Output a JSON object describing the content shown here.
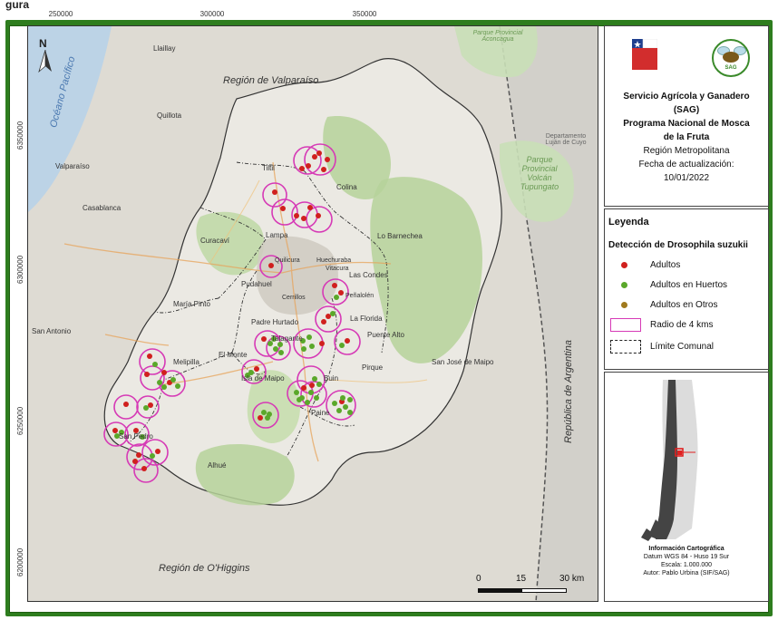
{
  "caption": "gura",
  "axis_ticks": {
    "x": [
      "250000",
      "300000",
      "350000"
    ],
    "y": [
      "6350000",
      "6300000",
      "6250000",
      "6200000"
    ]
  },
  "header": {
    "org_line1": "Servicio Agrícola y Ganadero",
    "org_line2": "(SAG)",
    "program_line1": "Programa Nacional de Mosca",
    "program_line2": "de la Fruta",
    "region": "Región Metropolitana",
    "update_label": "Fecha de actualización:",
    "update_date": "10/01/2022",
    "logo_right_text": "SAG"
  },
  "legend": {
    "title": "Leyenda",
    "subtitle": "Detección de Drosophila suzukii",
    "items": [
      {
        "label": "Adultos",
        "color": "#d0201e"
      },
      {
        "label": "Adultos en Huertos",
        "color": "#5aa82a"
      },
      {
        "label": "Adultos en Otros",
        "color": "#a07a1e"
      },
      {
        "label": "Radio de 4 kms",
        "color": "#d63ab6"
      },
      {
        "label": "Límite Comunal",
        "color": "#222222"
      }
    ]
  },
  "cartography": {
    "title": "Información Cartográfica",
    "datum": "Datum WGS 84 - Huso 19 Sur",
    "scale": "Escala: 1.000.000",
    "author": "Autor: Pablo Urbina (SIF/SAG)"
  },
  "scalebar": {
    "labels": [
      "0",
      "15",
      "30 km"
    ]
  },
  "north_arrow": "N",
  "map_labels": {
    "ocean": "Océano Pacífico",
    "valparaiso": "Región de Valparaíso",
    "ohiggins": "Región de O'Higgins",
    "argentina": "República de Argentina",
    "aconcagua": "Parque Provincial Aconcagua",
    "tupungato": "Parque Provincial Volcán Tupungato",
    "lujan": "Departamento Luján de Cuyo",
    "comunas": [
      "Tiltil",
      "Colina",
      "Lampa",
      "Lo Barnechea",
      "Curacaví",
      "Quilicura",
      "Huechuraba",
      "Vitacura",
      "Las Condes",
      "María Pinto",
      "Cerrillos",
      "Peñalolén",
      "La Florida",
      "Pudahuel",
      "Padre Hurtado",
      "El Monte",
      "Isla de Maipo",
      "Talagante",
      "Melipilla",
      "San Pedro",
      "Alhué",
      "Buin",
      "Paine",
      "Pirque",
      "Puente Alto",
      "San José de Maipo",
      "San Antonio",
      "Valparaíso",
      "Quillota",
      "Casablanca",
      "Llaillay"
    ]
  },
  "detections": {
    "clusters": 24,
    "adultos_rojos": 37,
    "adultos_huertos": 41
  }
}
